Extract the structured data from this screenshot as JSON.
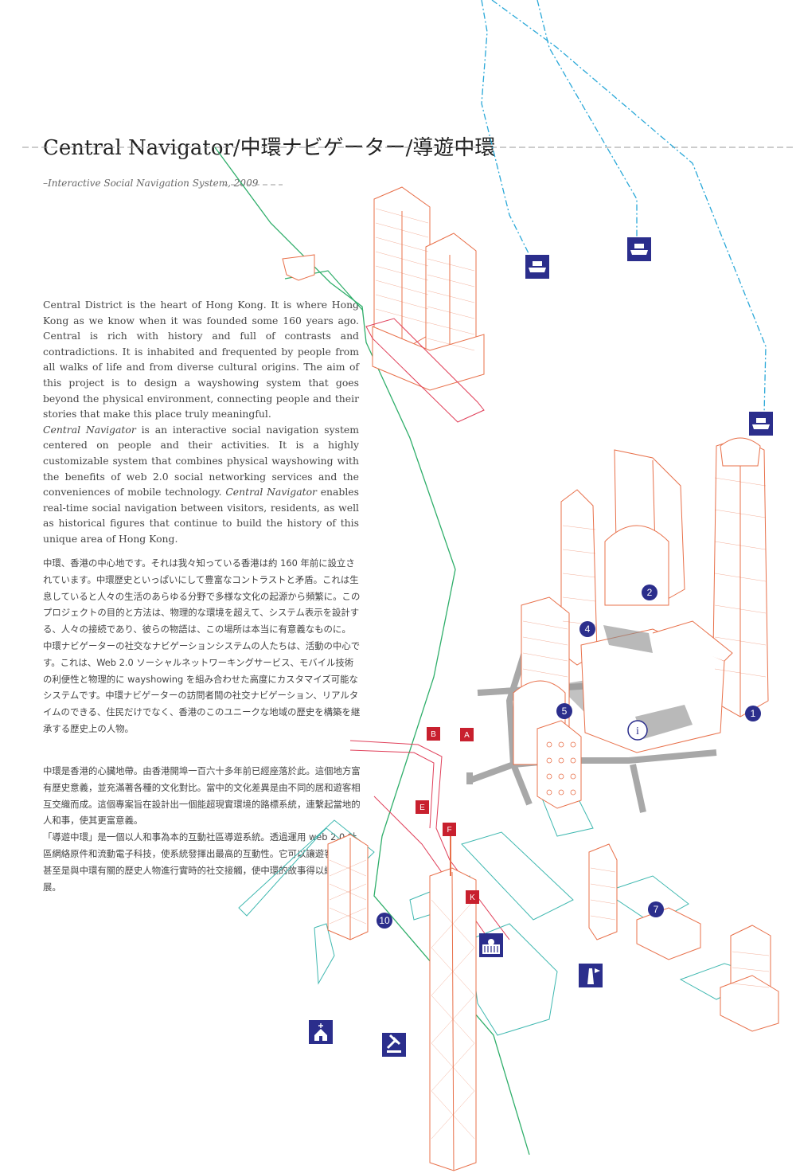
{
  "title": "Central Navigator/中環ナビゲーター/導遊中環",
  "subtitle": "Interactive Social Navigation System, 2009",
  "english": {
    "p1": "Central District is the heart of Hong Kong. It is where Hong Kong as we know when it was founded some 160 years ago. Central is rich with history and full of contrasts and contradictions. It is inhabited and frequented by people from all walks of life and from diverse cultural origins. The aim of this project is to design a wayshowing system that goes beyond the physical environment, connecting people and their stories that make this place truly meaningful.",
    "p2_em1": "Central Navigator",
    "p2_a": " is an interactive social navigation system centered on people and their activities. It is a highly customizable system that combines physical wayshowing with the benefits of web 2.0 social networking services and the conveniences of mobile technology. ",
    "p2_em2": "Central Navigator",
    "p2_b": " enables real-time social navigation between visitors, residents, as well as historical figures that continue to build the history of this unique area of Hong Kong."
  },
  "japanese": {
    "p1": "中環、香港の中心地です。それは我々知っている香港は約 160 年前に設立されています。中環歴史といっぱいにして豊富なコントラストと矛盾。これは生息していると人々の生活のあらゆる分野で多様な文化の起源から頻繁に。このプロジェクトの目的と方法は、物理的な環境を超えて、システム表示を設計する、人々の接続であり、彼らの物語は、この場所は本当に有意義なものに。",
    "p2": "中環ナビゲーターの社交なナビゲーションシステムの人たちは、活動の中心です。これは、Web 2.0 ソーシャルネットワーキングサービス、モバイル技術の利便性と物理的に wayshowing を組み合わせた高度にカスタマイズ可能なシステムです。中環ナビゲーターの訪問者間の社交ナビゲーション、リアルタイムのできる、住民だけでなく、香港のこのユニークな地域の歴史を構築を継承する歴史上の人物。"
  },
  "chinese": {
    "p1": "中環是香港的心臟地帶。由香港開埠一百六十多年前已經座落於此。這個地方富有歷史意義，並充滿著各種的文化對比。當中的文化差異是由不同的居和遊客相互交織而成。這個專案旨在設計出一個能超現實環境的路標系統，連繫起當地的人和事，使其更富意義。",
    "p2": "「導遊中環」是一個以人和事為本的互動社區導遊系統。透過運用 web 2.0 社區網絡原件和流動電子科技，使系統發揮出最高的互動性。它可以讓遊客、居、甚至是與中環有關的歷史人物進行實時的社交接觸，使中環的故事得以繼續發展。"
  },
  "markers": {
    "numbers": [
      "1",
      "2",
      "4",
      "5",
      "7",
      "10"
    ],
    "letters": [
      "A",
      "B",
      "E",
      "F",
      "K"
    ],
    "info": "i"
  },
  "colors": {
    "building": "#e8704a",
    "cyan_outline": "#3fb8b0",
    "pink_outline": "#e0405a",
    "ferry_route": "#2aa8d8",
    "tram_line": "#2fae6a",
    "marker_blue": "#2b2e8c",
    "marker_red": "#c8202e",
    "road_gray": "#a8a8a8"
  }
}
